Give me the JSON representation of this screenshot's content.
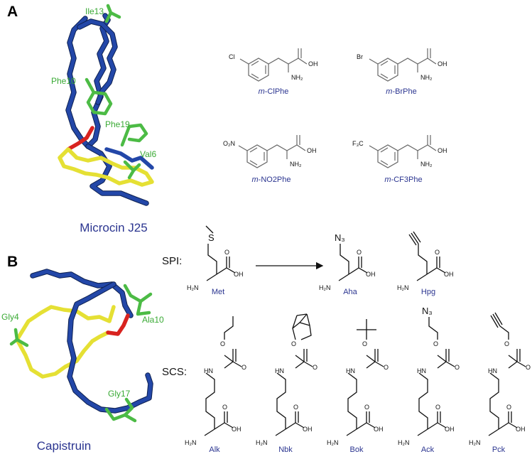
{
  "panel_a": {
    "label": "A",
    "structure_title": "Microcin J25",
    "residues": [
      "Ile13",
      "Phe10",
      "Phe19",
      "Val6"
    ],
    "analogs": [
      {
        "substituent": "Cl",
        "name_prefix": "m",
        "name_rest": "-ClPhe"
      },
      {
        "substituent": "Br",
        "name_prefix": "m",
        "name_rest": "-BrPhe"
      },
      {
        "substituent": "O₂N",
        "name_prefix": "m",
        "name_rest": "-NO2Phe"
      },
      {
        "substituent": "F₃C",
        "name_prefix": "m",
        "name_rest": "-CF3Phe"
      }
    ]
  },
  "panel_b": {
    "label": "B",
    "structure_title": "Capistruin",
    "residues": [
      "Gly4",
      "Ala10",
      "Gly17"
    ],
    "spi": {
      "label": "SPI:",
      "compounds": [
        {
          "name": "Met",
          "top": "S"
        },
        {
          "name": "Aha",
          "top": "N₃"
        },
        {
          "name": "Hpg",
          "top": ""
        }
      ]
    },
    "scs": {
      "label": "SCS:",
      "compounds": [
        {
          "name": "Alk"
        },
        {
          "name": "Nbk"
        },
        {
          "name": "Bok"
        },
        {
          "name": "Ack",
          "top": "N₃"
        },
        {
          "name": "Pck"
        }
      ]
    }
  },
  "atoms": {
    "cl": "Cl",
    "br": "Br",
    "nh2": "NH₂",
    "h2n": "H₂N",
    "oh": "OH",
    "o": "O",
    "hn": "HN"
  }
}
